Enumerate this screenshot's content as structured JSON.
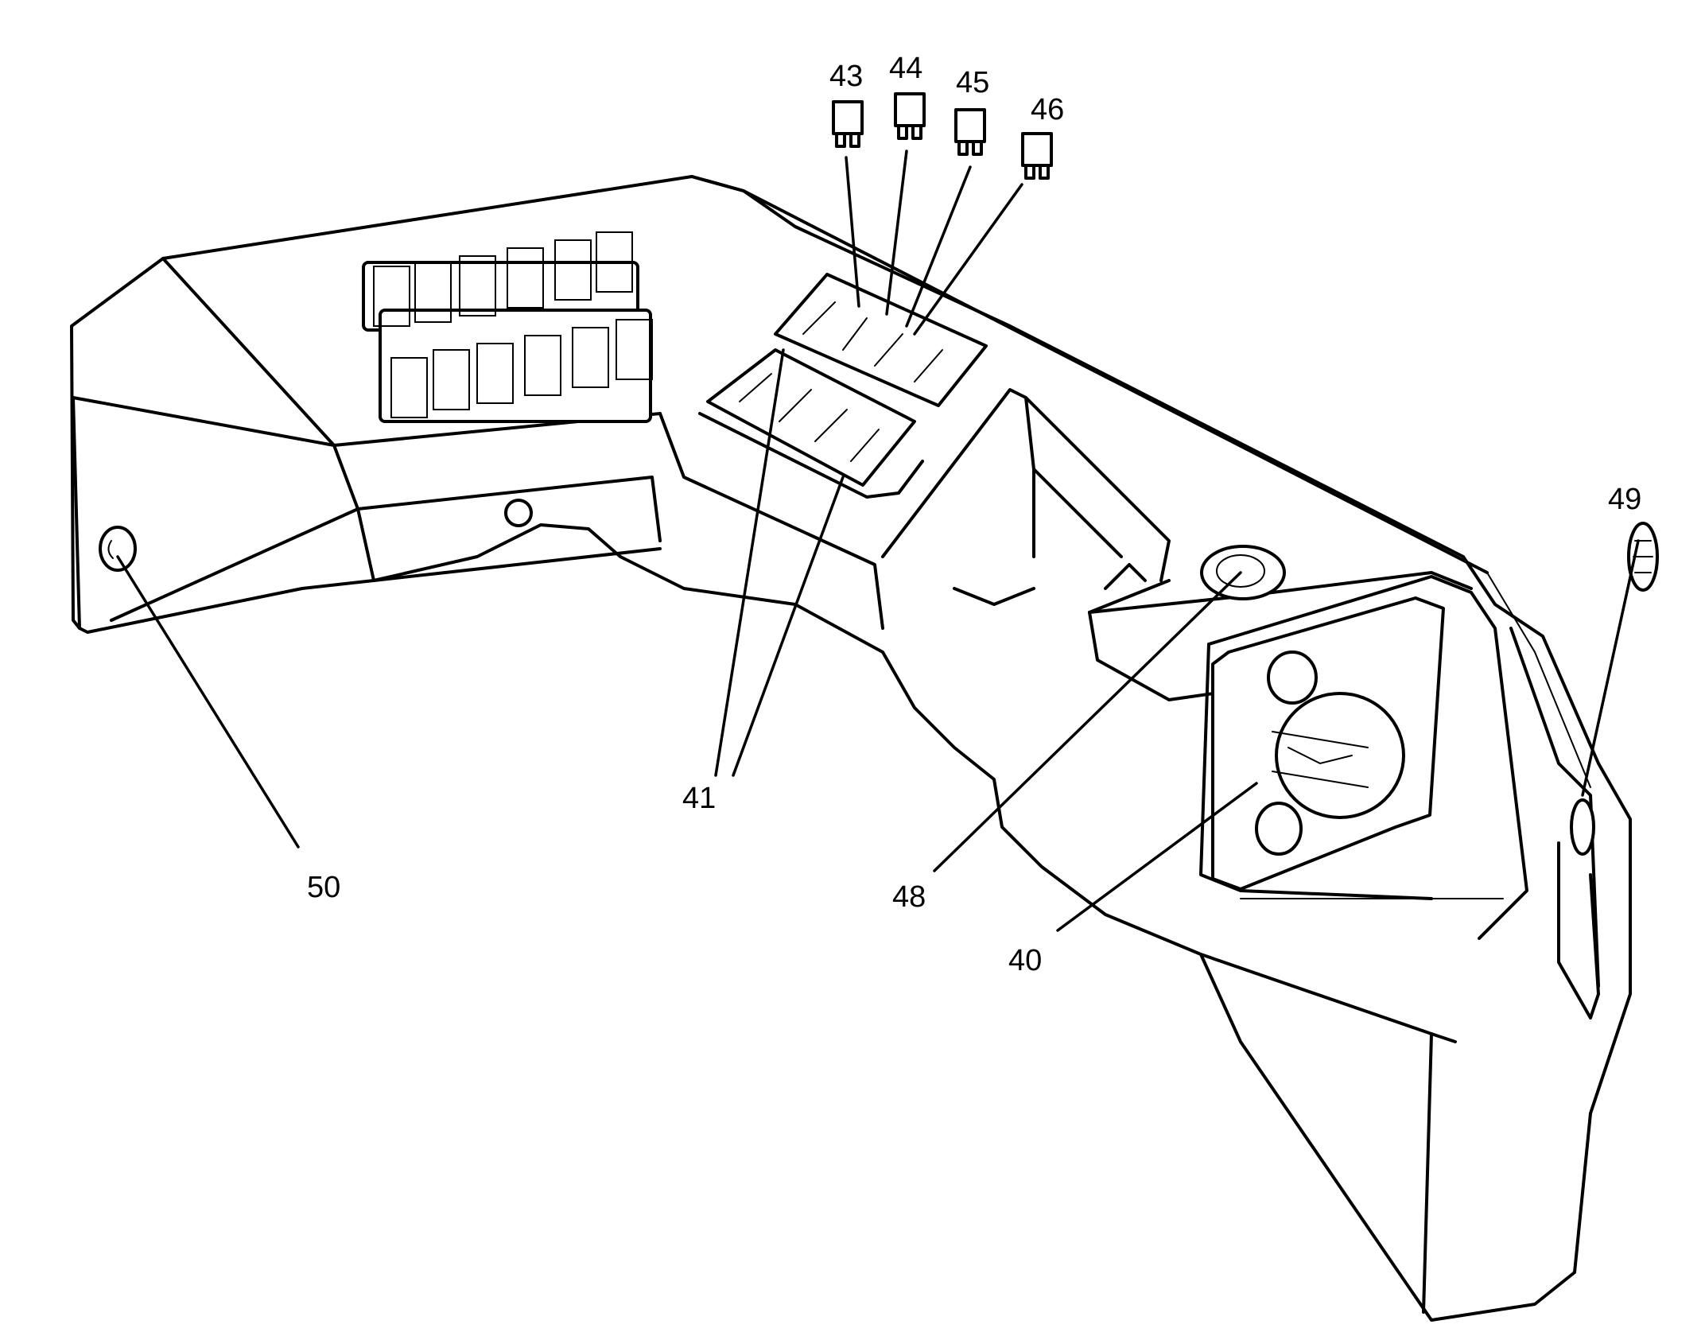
{
  "callouts": {
    "c40": "40",
    "c41": "41",
    "c43": "43",
    "c44": "44",
    "c45": "45",
    "c46": "46",
    "c48": "48",
    "c49": "49",
    "c50": "50"
  }
}
